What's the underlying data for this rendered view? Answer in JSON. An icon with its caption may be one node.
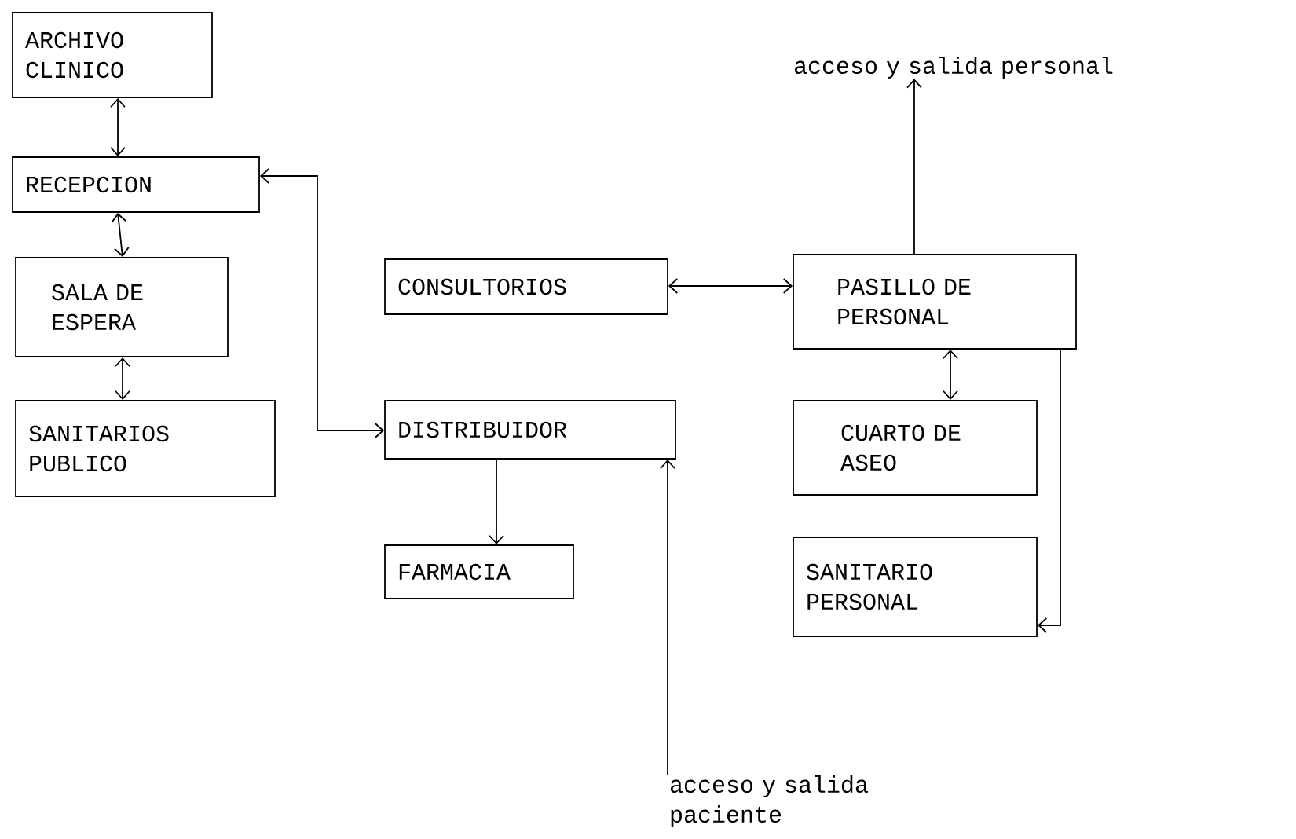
{
  "diagram": {
    "nodes": [
      {
        "text": [
          "ARCHIVO CLINICO"
        ]
      },
      {
        "text": [
          "RECEPCION"
        ]
      },
      {
        "text": [
          "SALA DE ESPERA"
        ]
      },
      {
        "text": [
          "SANITARIOS PUBLICO"
        ]
      },
      {
        "text": [
          "CONSULTORIOS"
        ]
      },
      {
        "text": [
          "PASILLO DE PERSONAL"
        ]
      },
      {
        "text": [
          "DISTRIBUIDOR"
        ]
      },
      {
        "text": [
          "FARMACIA"
        ]
      },
      {
        "text": [
          "CUARTO DE ASEO"
        ]
      },
      {
        "text": [
          "SANITARIO PERSONAL"
        ]
      },
      {
        "text": [
          "acceso y salida personal"
        ]
      },
      {
        "text": [
          "acceso y salida paciente"
        ]
      }
    ],
    "edges": [
      {
        "from": 0,
        "to": 1,
        "arrow": "both"
      },
      {
        "from": 1,
        "to": 2,
        "arrow": "both"
      },
      {
        "from": 2,
        "to": 3,
        "arrow": "both"
      },
      {
        "from": 1,
        "to": 6,
        "arrow": "both"
      },
      {
        "from": 4,
        "to": 5,
        "arrow": "both"
      },
      {
        "from": 5,
        "to": 10,
        "arrow": "to"
      },
      {
        "from": 5,
        "to": 8,
        "arrow": "both"
      },
      {
        "from": 5,
        "to": 9,
        "arrow": "to"
      },
      {
        "from": 6,
        "to": 7,
        "arrow": "to"
      },
      {
        "from": 11,
        "to": 6,
        "arrow": "to"
      }
    ]
  }
}
